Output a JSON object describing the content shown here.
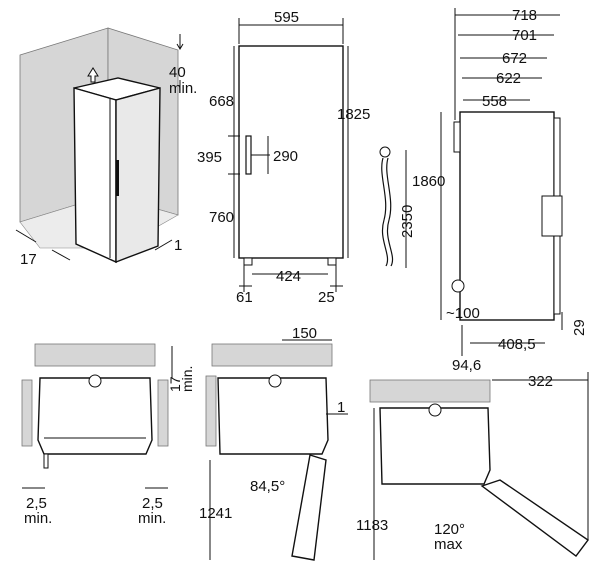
{
  "perspective": {
    "top_clearance": "40",
    "top_clearance_min": "min.",
    "left_side": "17",
    "right_side": "1"
  },
  "front": {
    "width": "595",
    "top_to_handle": "668",
    "handle_length": "395",
    "handle_offset": "290",
    "handle_to_bottom": "760",
    "total_height": "1825",
    "foot_span": "424",
    "foot_left": "61",
    "foot_right": "25"
  },
  "cable": {
    "length": "2350"
  },
  "side": {
    "d718": "718",
    "d701": "701",
    "d672": "672",
    "d622": "622",
    "d558": "558",
    "height": "1860",
    "bottom_gap": "~100",
    "bottom_right": "29",
    "base_depth": "408,5",
    "base_offset": "94,6"
  },
  "plan1": {
    "wall_clearance": "17",
    "wall_clearance_min": "min.",
    "left_gap": "2,5",
    "left_gap_min": "min.",
    "right_gap": "2,5",
    "right_gap_min": "min."
  },
  "plan2": {
    "wall_offset": "150",
    "side_gap": "1",
    "angle": "84,5°",
    "swing": "1241"
  },
  "plan3": {
    "depth": "322",
    "angle": "120°",
    "angle_max": "max",
    "swing": "1183"
  }
}
